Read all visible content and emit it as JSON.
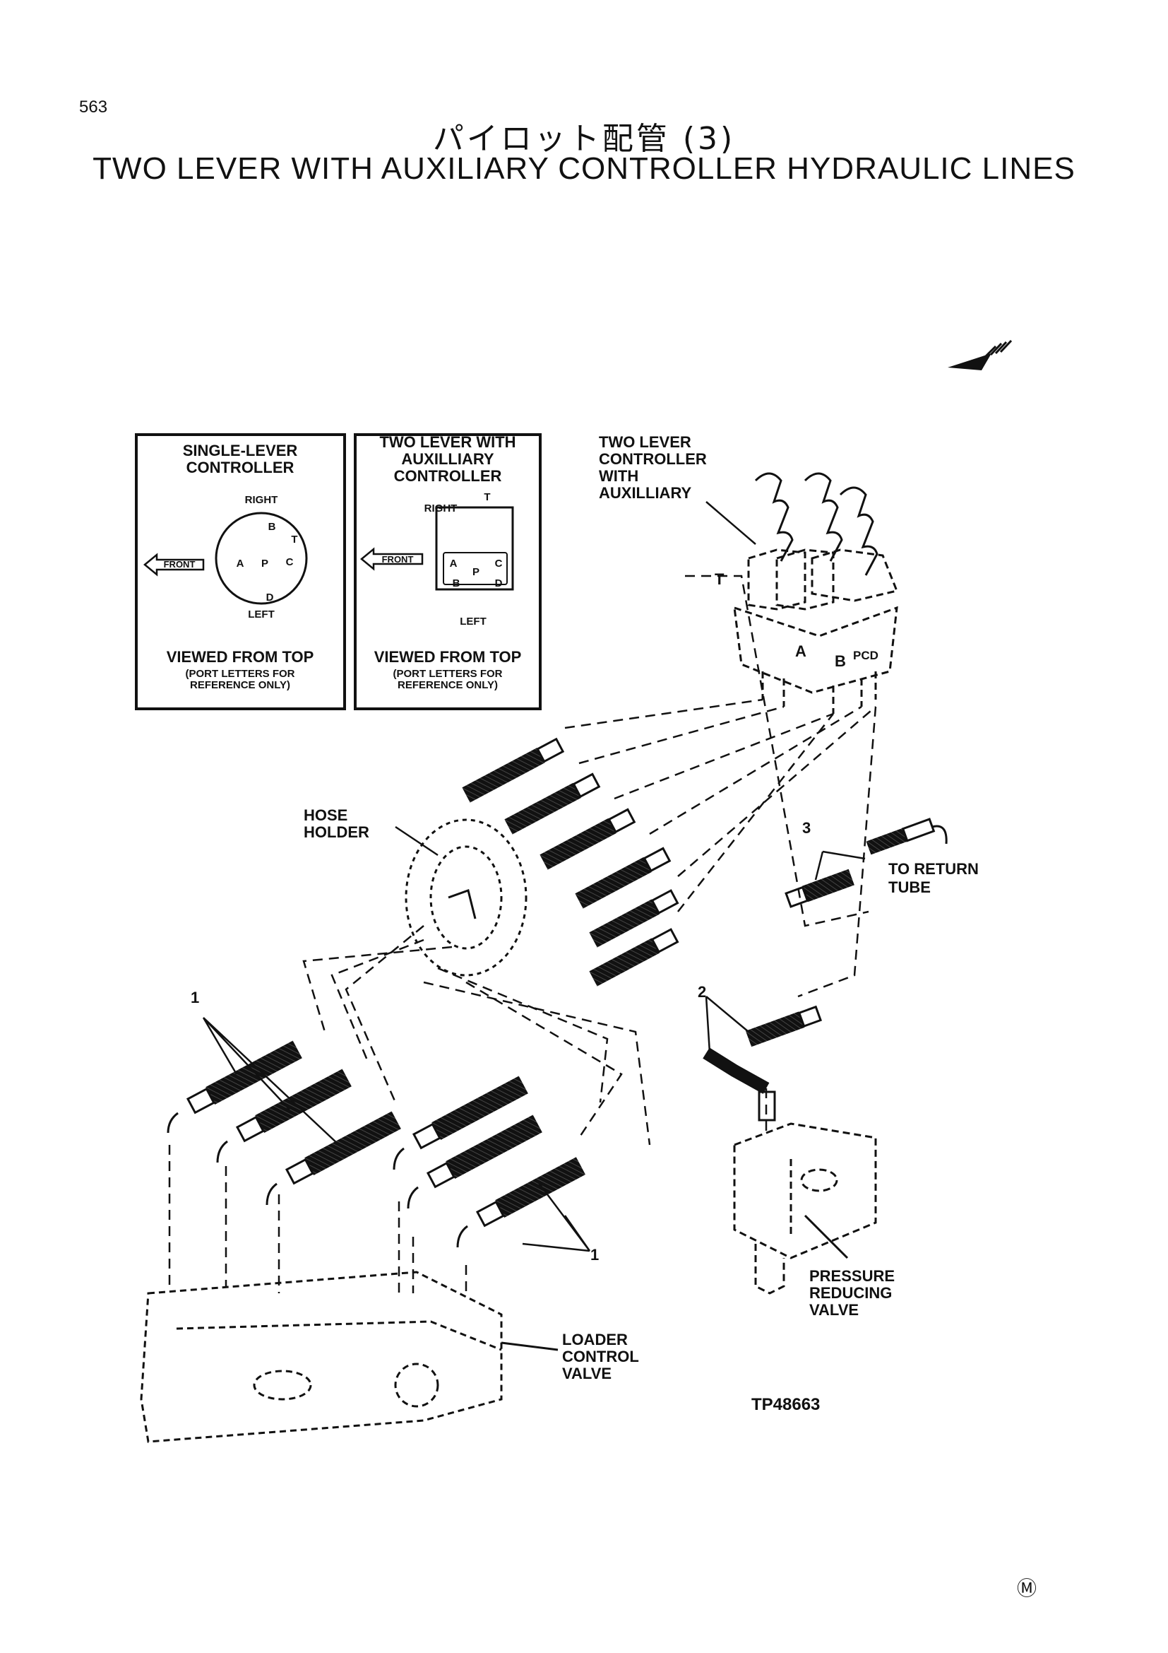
{
  "page": {
    "number": "563",
    "title_jp": "パイロット配管 (3)",
    "title_en": "TWO LEVER WITH AUXILIARY CONTROLLER HYDRAULIC LINES",
    "drawing_id": "TP48663",
    "corner_mark": "Ⓜ"
  },
  "inset_single": {
    "title_line1": "SINGLE-LEVER",
    "title_line2": "CONTROLLER",
    "right": "RIGHT",
    "left": "LEFT",
    "front": "FRONT",
    "ports": [
      "B",
      "T",
      "A",
      "P",
      "C",
      "D"
    ],
    "viewed": "VIEWED FROM TOP",
    "note_line1": "(PORT LETTERS FOR",
    "note_line2": "REFERENCE ONLY)"
  },
  "inset_two": {
    "title_line1": "TWO LEVER WITH",
    "title_line2": "AUXILLIARY",
    "title_line3": "CONTROLLER",
    "right": "RIGHT",
    "left": "LEFT",
    "front": "FRONT",
    "ports": [
      "T",
      "A",
      "C",
      "P",
      "B",
      "D"
    ],
    "viewed": "VIEWED FROM TOP",
    "note_line1": "(PORT LETTERS FOR",
    "note_line2": "REFERENCE ONLY)"
  },
  "callouts": {
    "controller_line1": "TWO LEVER",
    "controller_line2": "CONTROLLER",
    "controller_line3": "WITH",
    "controller_line4": "AUXILLIARY",
    "hose_holder_line1": "HOSE",
    "hose_holder_line2": "HOLDER",
    "return_line1": "TO RETURN",
    "return_line2": "TUBE",
    "pressure_line1": "PRESSURE",
    "pressure_line2": "REDUCING",
    "pressure_line3": "VALVE",
    "loader_line1": "LOADER",
    "loader_line2": "CONTROL",
    "loader_line3": "VALVE",
    "port_t": "T",
    "port_a": "A",
    "port_b": "B",
    "port_pcd": "PCD"
  },
  "items": {
    "item1_upper": "1",
    "item1_lower": "1",
    "item2": "2",
    "item3": "3"
  }
}
